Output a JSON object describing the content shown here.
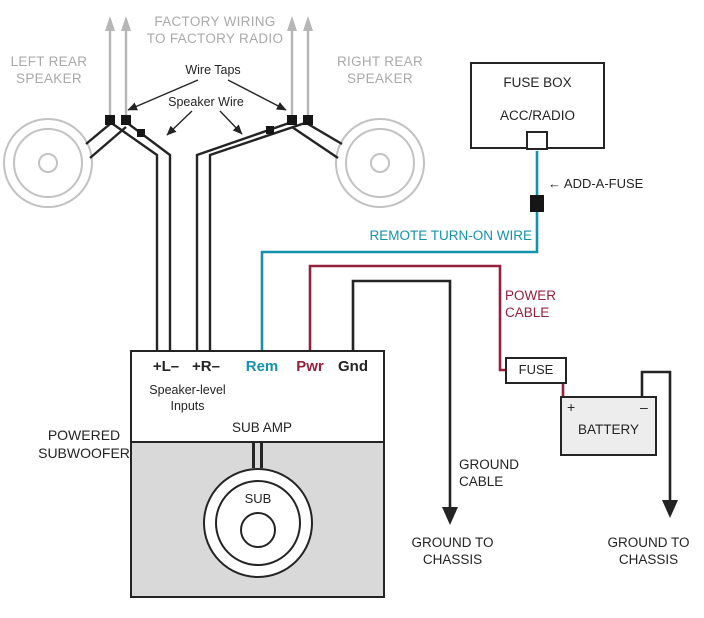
{
  "colors": {
    "remote_wire_teal": "#1492ac",
    "power_wire_maroon": "#96203c",
    "wire_black": "#242424",
    "factory_gray": "#b6b6b6",
    "label_gray": "#a9a9a9",
    "enclosure_fill": "#d9d9d9",
    "battery_fill": "#ededed"
  },
  "top": {
    "factory_wiring": {
      "line1": "FACTORY WIRING",
      "line2": "TO FACTORY RADIO"
    },
    "left_speaker": {
      "line1": "LEFT REAR",
      "line2": "SPEAKER"
    },
    "right_speaker": {
      "line1": "RIGHT REAR",
      "line2": "SPEAKER"
    },
    "wire_taps": "Wire Taps",
    "speaker_wire": "Speaker Wire"
  },
  "fuse_box": {
    "title": "FUSE BOX",
    "circuit": "ACC/RADIO"
  },
  "add_a_fuse": "← ADD-A-FUSE",
  "remote_turn_on": "REMOTE TURN-ON WIRE",
  "power_cable": {
    "line1": "POWER",
    "line2": "CABLE"
  },
  "amp": {
    "terminals": [
      {
        "id": "left-input",
        "label": "+L–"
      },
      {
        "id": "right-input",
        "label": "+R–"
      },
      {
        "id": "remote",
        "label": "Rem"
      },
      {
        "id": "power",
        "label": "Pwr"
      },
      {
        "id": "ground",
        "label": "Gnd"
      }
    ],
    "inputs": {
      "line1": "Speaker-level",
      "line2": "Inputs"
    },
    "name": "SUB AMP"
  },
  "subwoofer": {
    "label": {
      "line1": "POWERED",
      "line2": "SUBWOOFER"
    },
    "driver": "SUB"
  },
  "inline_fuse": "FUSE",
  "battery": {
    "name": "BATTERY",
    "positive": "+",
    "negative": "–"
  },
  "ground_cable": {
    "line1": "GROUND",
    "line2": "CABLE"
  },
  "ground_chassis_amp": {
    "line1": "GROUND TO",
    "line2": "CHASSIS"
  },
  "ground_chassis_battery": {
    "line1": "GROUND TO",
    "line2": "CHASSIS"
  }
}
